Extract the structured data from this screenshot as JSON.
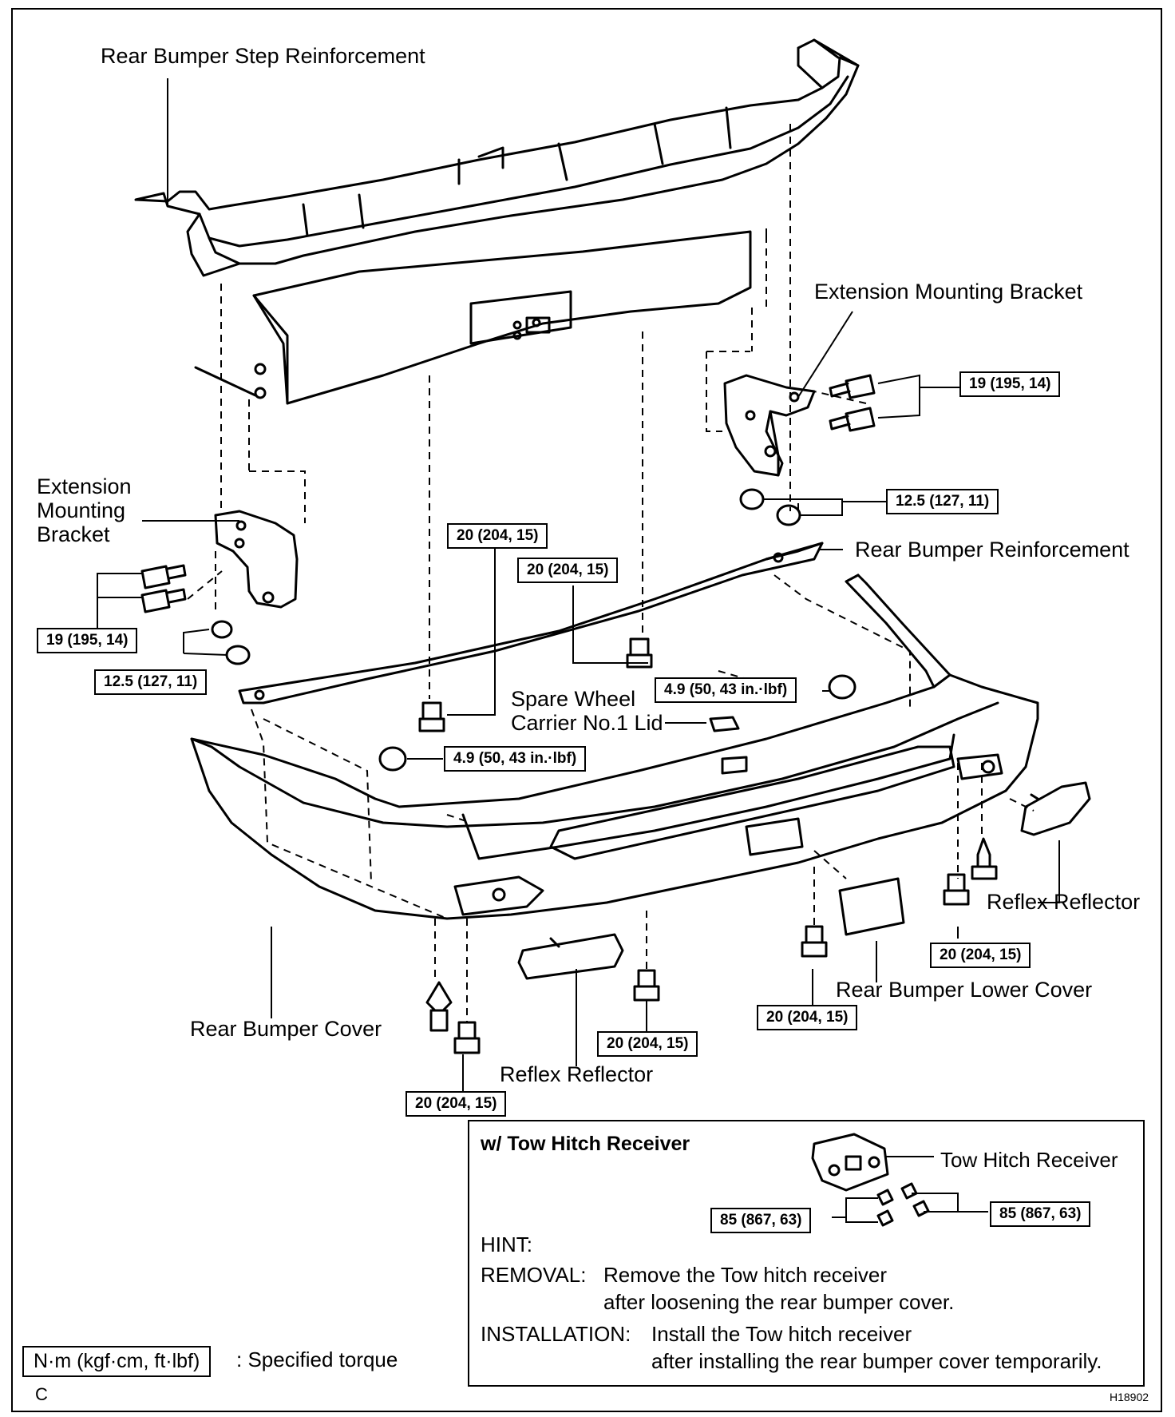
{
  "labels": {
    "step_reinforcement": "Rear Bumper Step Reinforcement",
    "ext_bracket_right": "Extension Mounting Bracket",
    "ext_bracket_left": [
      "Extension",
      "Mounting",
      "Bracket"
    ],
    "rear_bumper_reinforcement": "Rear Bumper Reinforcement",
    "spare_wheel_lid": [
      "Spare Wheel",
      "Carrier No.1 Lid"
    ],
    "reflex_reflector_right": "Reflex Reflector",
    "reflex_reflector_center": "Reflex Reflector",
    "rear_bumper_lower_cover": "Rear Bumper Lower Cover",
    "rear_bumper_cover": "Rear Bumper Cover"
  },
  "torques": {
    "t_19_right": "19 (195, 14)",
    "t_125_right": "12.5 (127, 11)",
    "t_20_a": "20 (204, 15)",
    "t_20_b": "20 (204, 15)",
    "t_19_left": "19 (195, 14)",
    "t_125_left": "12.5 (127, 11)",
    "t_49_right": "4.9 (50, 43 in.·lbf)",
    "t_49_left": "4.9 (50, 43 in.·lbf)",
    "t_20_c": "20 (204, 15)",
    "t_20_d": "20 (204, 15)",
    "t_20_e": "20 (204, 15)",
    "t_20_f": "20 (204, 15)"
  },
  "tow_hitch": {
    "title": "w/ Tow Hitch Receiver",
    "part_label": "Tow Hitch Receiver",
    "torque_left": "85 (867, 63)",
    "torque_right": "85 (867, 63)",
    "hint": "HINT:",
    "removal_label": "REMOVAL:",
    "removal_line1": "Remove the Tow hitch receiver",
    "removal_line2": "after loosening the rear bumper cover.",
    "installation_label": "INSTALLATION:",
    "installation_line1": "Install the Tow hitch receiver",
    "installation_line2": "after installing the rear bumper cover temporarily."
  },
  "legend": {
    "unit_box": "N·m (kgf·cm, ft·lbf)",
    "unit_text": ": Specified torque"
  },
  "footer": {
    "corner_letter": "C",
    "figure_code": "H18902"
  }
}
